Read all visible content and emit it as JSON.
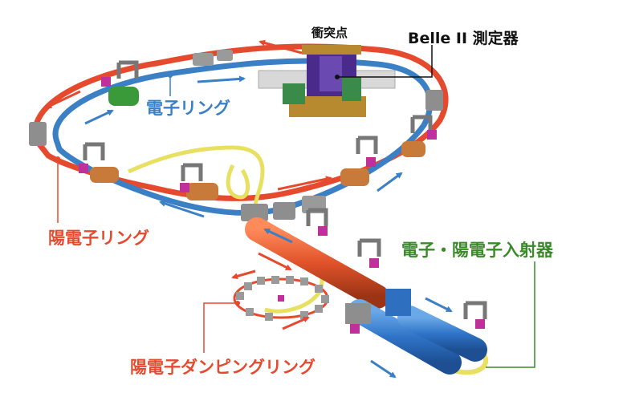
{
  "labels": {
    "collision_point": "衝突点",
    "detector": "Belle II 測定器",
    "electron_ring": "電子リング",
    "positron_ring": "陽電子リング",
    "injector": "電子・陽電子入射器",
    "damping_ring": "陽電子ダンピングリング"
  },
  "colors": {
    "electron": "#3b7fc4",
    "positron": "#e64a2e",
    "injector_label": "#3a8a2a",
    "yellow_line": "#e8e060",
    "magnet_gray": "#8e8e8e",
    "magnet_magenta": "#c0309a",
    "magnet_orange": "#c87a3a",
    "magnet_green": "#3a9a3a",
    "detector_purple": "#4a2a8a"
  }
}
